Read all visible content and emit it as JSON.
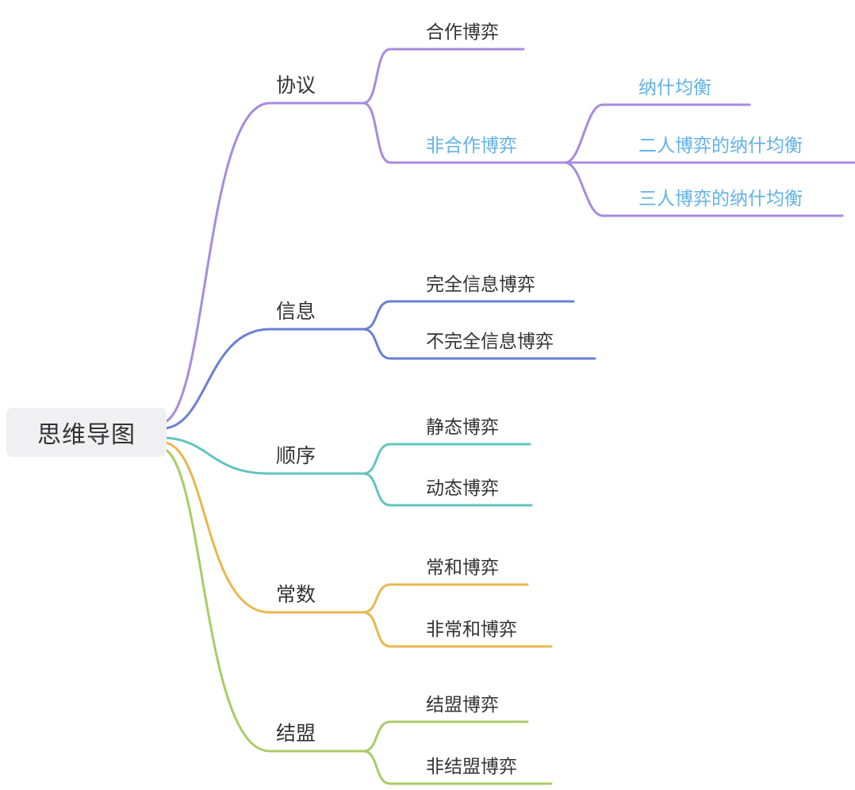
{
  "root": {
    "label": "思维导图"
  },
  "colors": {
    "branch-purple": "#A78BDE",
    "branch-blue": "#697FD6",
    "branch-teal": "#60C5BF",
    "branch-yellow": "#E8B84E",
    "branch-green": "#AACB67",
    "text-dark": "#333333",
    "text-blue": "#62B1E8",
    "root-bg": "#F0F0F2"
  },
  "branches": [
    {
      "label": "协议",
      "children": [
        {
          "label": "合作博弈"
        },
        {
          "label": "非合作博弈",
          "children": [
            {
              "label": "纳什均衡"
            },
            {
              "label": "二人博弈的纳什均衡"
            },
            {
              "label": "三人博弈的纳什均衡"
            }
          ]
        }
      ]
    },
    {
      "label": "信息",
      "children": [
        {
          "label": "完全信息博弈"
        },
        {
          "label": "不完全信息博弈"
        }
      ]
    },
    {
      "label": "顺序",
      "children": [
        {
          "label": "静态博弈"
        },
        {
          "label": "动态博弈"
        }
      ]
    },
    {
      "label": "常数",
      "children": [
        {
          "label": "常和博弈"
        },
        {
          "label": "非常和博弈"
        }
      ]
    },
    {
      "label": "结盟",
      "children": [
        {
          "label": "结盟博弈"
        },
        {
          "label": "非结盟博弈"
        }
      ]
    }
  ]
}
